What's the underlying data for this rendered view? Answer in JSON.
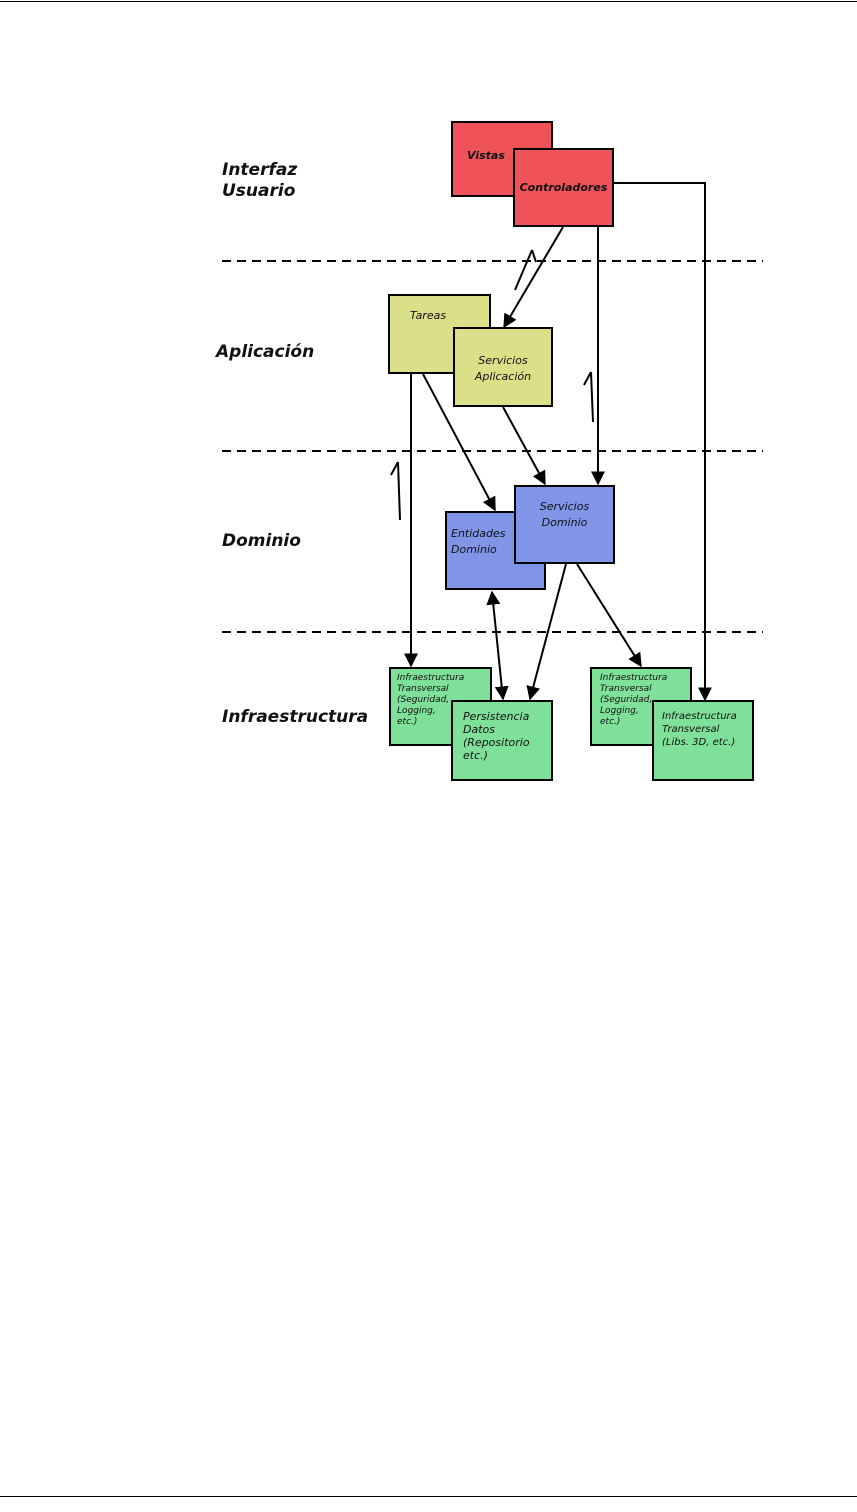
{
  "layers": {
    "ui": "Interfaz\nUsuario",
    "app": "Aplicación",
    "domain": "Dominio",
    "infra": "Infraestructura"
  },
  "boxes": {
    "vistas": "Vistas",
    "controladores": "Controladores",
    "tareas": "Tareas",
    "servicios_aplicacion": "Servicios\nAplicación",
    "entidades_dominio": "Entidades\nDominio",
    "servicios_dominio": "Servicios\nDominio",
    "infra_transversal_1": "Infraestructura\nTransversal\n(Seguridad,\nLogging,\netc.)",
    "persistencia_datos": "Persistencia\nDatos\n(Repositorio\netc.)",
    "infra_transversal_2": "Infraestructura\nTransversal\n(Seguridad,\nLogging,\netc.)",
    "infra_transversal_3d": "Infraestructura\nTransversal\n(Libs. 3D, etc.)"
  },
  "colors": {
    "ui_layer": "#f0525a",
    "app_layer": "#dbdf88",
    "domain_layer": "#8095e8",
    "infra_layer": "#7fe09a"
  }
}
